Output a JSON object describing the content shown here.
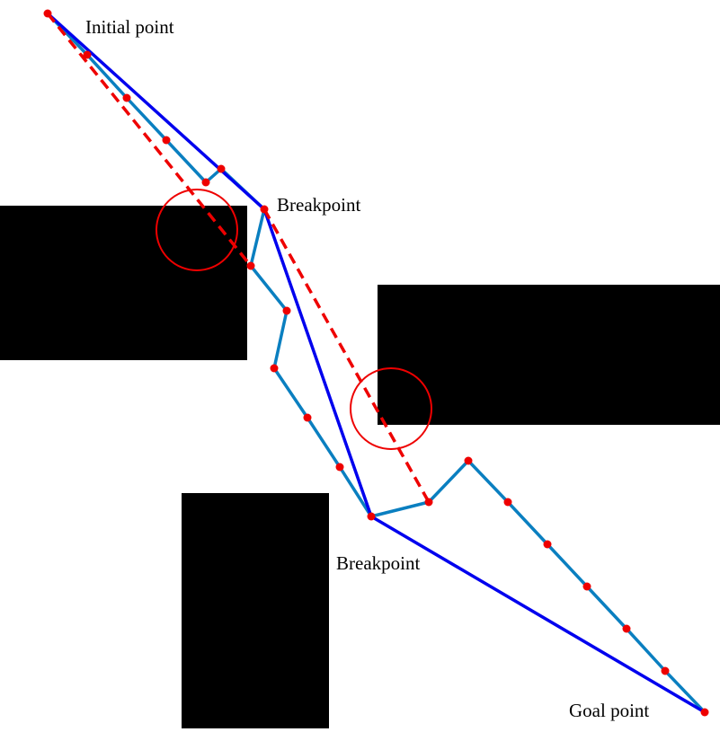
{
  "labels": {
    "initial": "Initial point",
    "breakpoint_1": "Breakpoint",
    "breakpoint_2": "Breakpoint",
    "goal": "Goal point"
  },
  "colors": {
    "background": "#ffffff",
    "obstacle": "#000000",
    "raw_path": "#0a7fc0",
    "optimized_path": "#0000ee",
    "straight_segment": "#ee0000",
    "waypoint_marker": "#ee0000",
    "collision_circle": "#ee0000"
  },
  "legend": "none"
}
